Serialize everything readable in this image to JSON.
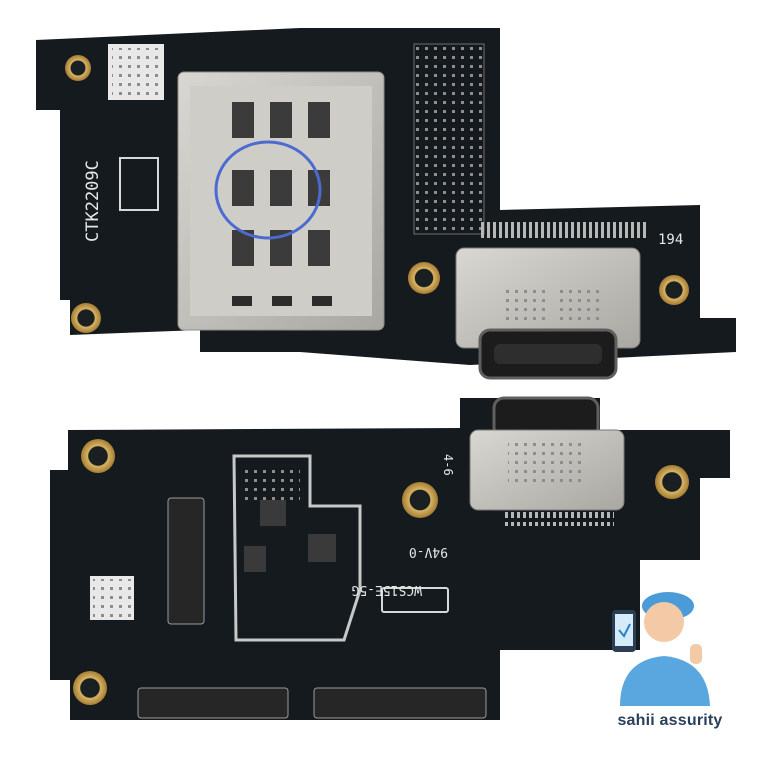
{
  "photo": {
    "subject": "phone charging port flex PCB boards",
    "background_color": "#ffffff",
    "pcb_color": "#141a1d",
    "gold_color": "#c8a253",
    "steel_color": "#c9c7c2"
  },
  "top_board": {
    "silk_code": "CTK2209C",
    "silk_number": "194",
    "port_label": "USB Type-C connector",
    "tray_label": "SIM card reader"
  },
  "bottom_board": {
    "silk_model": "WCS15E-5G",
    "silk_rating": "94V-0",
    "silk_small": "4-6",
    "port_label": "USB Type-C connector"
  },
  "watermark": {
    "brand": "sahii assurity",
    "mascot": "technician-with-phone",
    "brand_color": "#2a3f5c"
  }
}
